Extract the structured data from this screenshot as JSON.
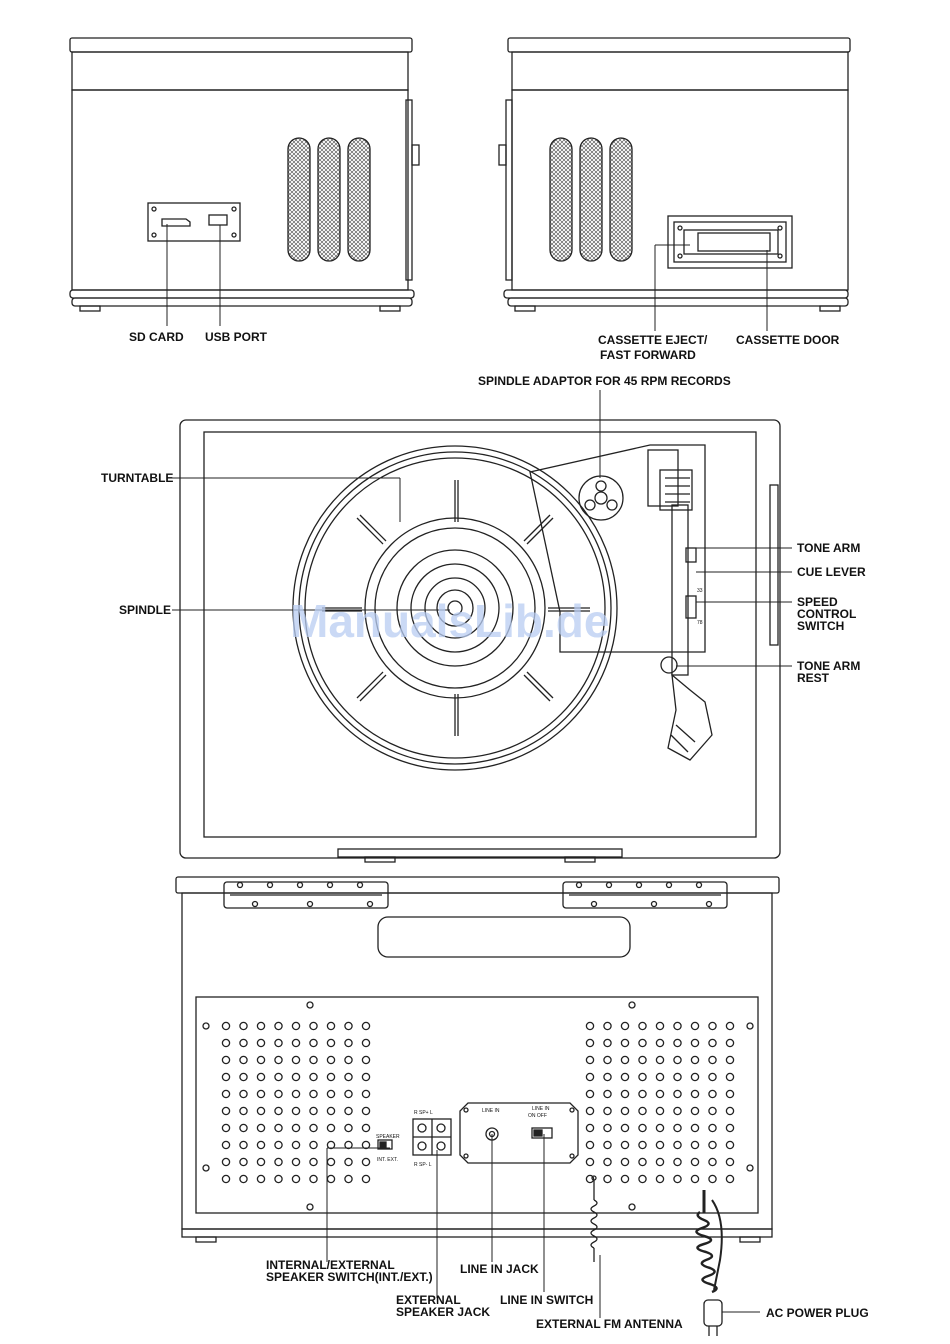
{
  "labels": {
    "sd_card": "SD CARD",
    "usb_port": "USB PORT",
    "cassette_eject_1": "CASSETTE EJECT/",
    "cassette_eject_2": "FAST FORWARD",
    "cassette_door": "CASSETTE DOOR",
    "spindle_adaptor": "SPINDLE ADAPTOR FOR 45 RPM RECORDS",
    "turntable": "TURNTABLE",
    "spindle": "SPINDLE",
    "tone_arm": "TONE ARM",
    "cue_lever": "CUE LEVER",
    "speed_1": "SPEED",
    "speed_2": "CONTROL",
    "speed_3": "SWITCH",
    "rest_1": "TONE ARM",
    "rest_2": "REST",
    "int_ext_1": "INTERNAL/EXTERNAL",
    "int_ext_2": "SPEAKER SWITCH(INT./EXT.)",
    "ext_jack_1": "EXTERNAL",
    "ext_jack_2": "SPEAKER JACK",
    "line_in_jack": "LINE IN JACK",
    "line_in_switch": "LINE IN SWITCH",
    "fm_antenna": "EXTERNAL FM ANTENNA",
    "ac_plug": "AC POWER PLUG"
  },
  "panel_text": {
    "speaker": "SPEAKER",
    "int_ext": "INT. EXT.",
    "sp_top": "R  SP+  L",
    "sp_bottom": "R  SP-  L",
    "line_in": "LINE IN",
    "line_in_sw": "LINE IN",
    "on_off": "ON  OFF",
    "speed_33": "33",
    "speed_78": "78"
  },
  "watermark": "ManualsLib.de"
}
